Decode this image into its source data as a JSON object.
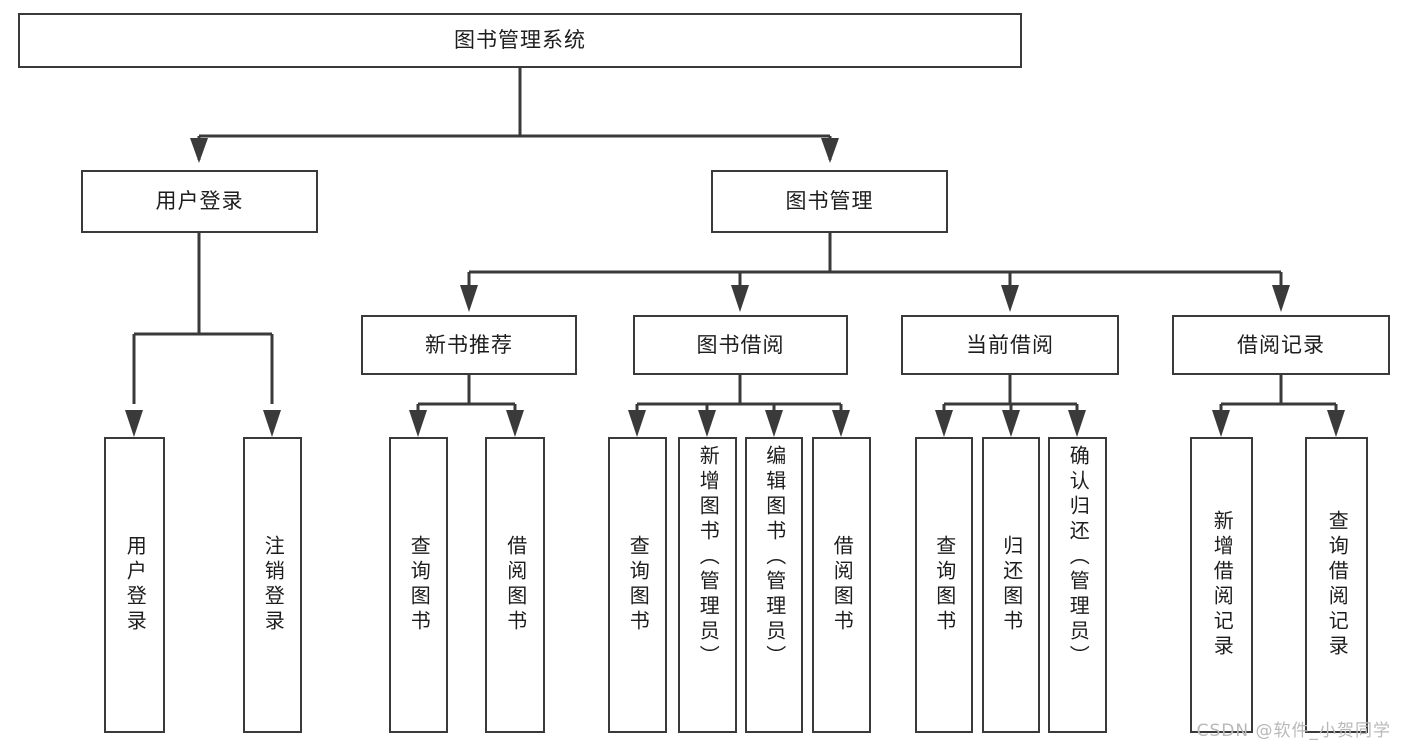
{
  "diagram": {
    "title": "图书管理系统",
    "type": "tree",
    "orientation": "top-down",
    "watermark": "CSDN @软件_小贺同学",
    "colors": {
      "box_border": "#3a3a3a",
      "box_fill": "#ffffff",
      "text": "#1d1d1d",
      "connector": "#3a3a3a",
      "watermark": "#b9b9b9",
      "background": "#ffffff"
    },
    "nodes": {
      "root": {
        "label": "图书管理系统"
      },
      "level2": [
        {
          "label": "用户登录"
        },
        {
          "label": "图书管理"
        }
      ],
      "level3": [
        {
          "label": "新书推荐"
        },
        {
          "label": "图书借阅"
        },
        {
          "label": "当前借阅"
        },
        {
          "label": "借阅记录"
        }
      ],
      "leaves_user_login": [
        {
          "label": "用户登录"
        },
        {
          "label": "注销登录"
        }
      ],
      "leaves_new_book": [
        {
          "label": "查询图书"
        },
        {
          "label": "借阅图书"
        }
      ],
      "leaves_borrow": [
        {
          "label": "查询图书"
        },
        {
          "label": "新增图书（管理员）"
        },
        {
          "label": "编辑图书（管理员）"
        },
        {
          "label": "借阅图书"
        }
      ],
      "leaves_current": [
        {
          "label": "查询图书"
        },
        {
          "label": "归还图书"
        },
        {
          "label": "确认归还（管理员）"
        }
      ],
      "leaves_records": [
        {
          "label": "新增借阅记录"
        },
        {
          "label": "查询借阅记录"
        }
      ]
    }
  }
}
